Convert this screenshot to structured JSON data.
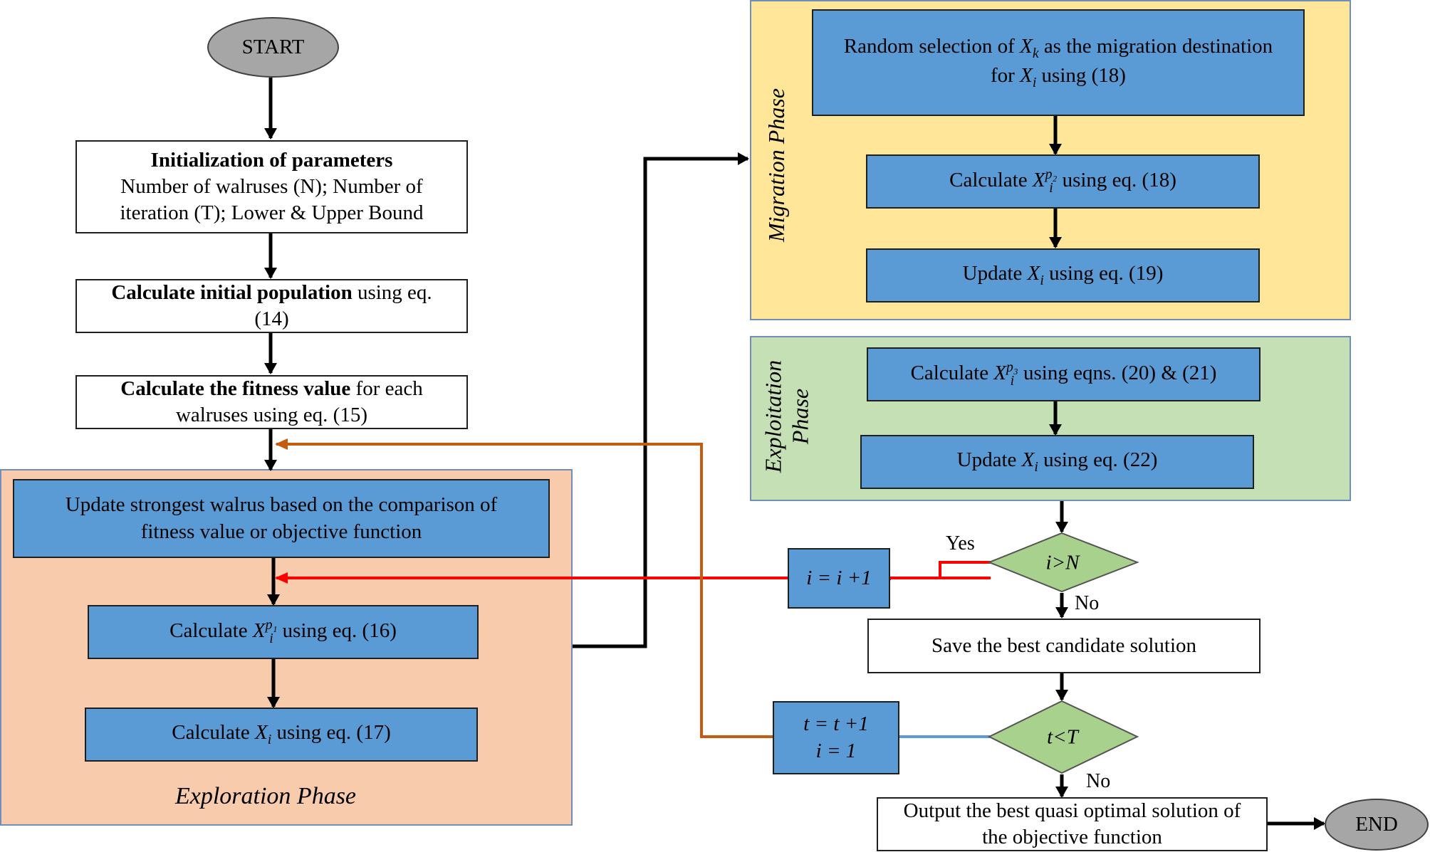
{
  "start": "START",
  "end": "END",
  "init": {
    "title": "Initialization of parameters",
    "line1": "Number of walruses (N); Number of",
    "line2": "iteration (T); Lower & Upper Bound"
  },
  "init_pop": {
    "bold": "Calculate initial population",
    "rest": " using eq.",
    "line2": "(14)"
  },
  "fitness": {
    "bold": "Calculate the fitness value",
    "rest": " for each",
    "line2": "walruses using eq. (15)"
  },
  "exploration": {
    "label": "Exploration Phase",
    "update_strongest_l1": "Update strongest walrus based on the comparison of",
    "update_strongest_l2": "fitness value or objective function",
    "calc_p1_pre": "Calculate ",
    "calc_p1_var": "X",
    "calc_p1_sub": "i",
    "calc_p1_sup": "p₁",
    "calc_p1_post": " using eq. (16)",
    "calc_xi_pre": "Calculate ",
    "calc_xi_var": "X",
    "calc_xi_sub": "i",
    "calc_xi_post": " using eq. (17)"
  },
  "migration": {
    "label": "Migration Phase",
    "random_pre": "Random selection of ",
    "random_var": "X",
    "random_sub": "k",
    "random_post": " as the migration destination",
    "random_l2_pre": "for ",
    "random_l2_var": "X",
    "random_l2_sub": "i",
    "random_l2_post": " using (18)",
    "calc_p2_pre": "Calculate ",
    "calc_p2_var": "X",
    "calc_p2_sub": "i",
    "calc_p2_sup": "p₂",
    "calc_p2_post": " using eq. (18)",
    "update_pre": "Update ",
    "update_var": "X",
    "update_sub": "i",
    "update_post": " using eq. (19)"
  },
  "exploitation": {
    "label_l1": "Exploitation",
    "label_l2": "Phase",
    "calc_p3_pre": "Calculate ",
    "calc_p3_var": "X",
    "calc_p3_sub": "i",
    "calc_p3_sup": "p₃",
    "calc_p3_post": " using eqns. (20) & (21)",
    "update_pre": "Update ",
    "update_var": "X",
    "update_sub": "i",
    "update_post": " using eq. (22)"
  },
  "decision_i": "i>N",
  "decision_t": "t<T",
  "yes": "Yes",
  "no1": "No",
  "no2": "No",
  "i_increment": "i = i +1",
  "t_increment": "t = t +1",
  "i_reset": "i = 1",
  "save_best": "Save the best candidate solution",
  "output_l1": "Output the best quasi optimal solution of",
  "output_l2": "the objective function",
  "colors": {
    "exploration_bg": "#f8cbad",
    "migration_bg": "#ffe699",
    "exploitation_bg": "#c5e0b4",
    "process_blue": "#5b9bd5",
    "decision_green": "#a9d18e",
    "terminal_gray": "#a6a6a6",
    "loop_red": "#ff0000",
    "loop_orange": "#c55a11",
    "loop_blue": "#5b9bd5"
  }
}
